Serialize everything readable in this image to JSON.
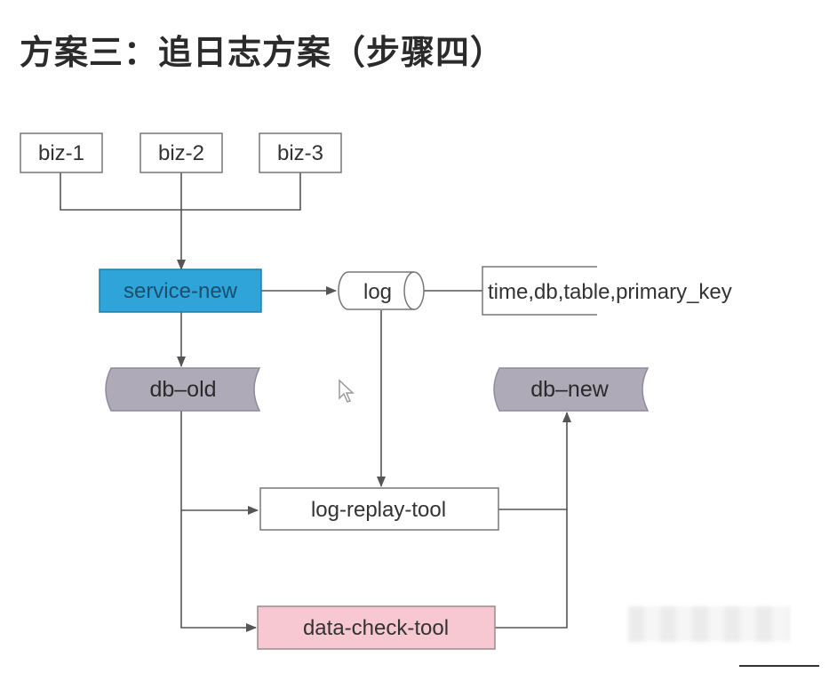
{
  "title": "方案三：追日志方案（步骤四）",
  "nodes": {
    "biz1": "biz-1",
    "biz2": "biz-2",
    "biz3": "biz-3",
    "service_new": "service-new",
    "log": "log",
    "log_fields": "time,db,table,primary_key",
    "db_old": "db–old",
    "db_new": "db–new",
    "log_replay_tool": "log-replay-tool",
    "data_check_tool": "data-check-tool"
  },
  "colors": {
    "service_new_fill": "#2ea4d8",
    "db_fill": "#aeaab8",
    "data_check_fill": "#f7c7d2",
    "line": "#555555",
    "box_border": "#777777"
  }
}
